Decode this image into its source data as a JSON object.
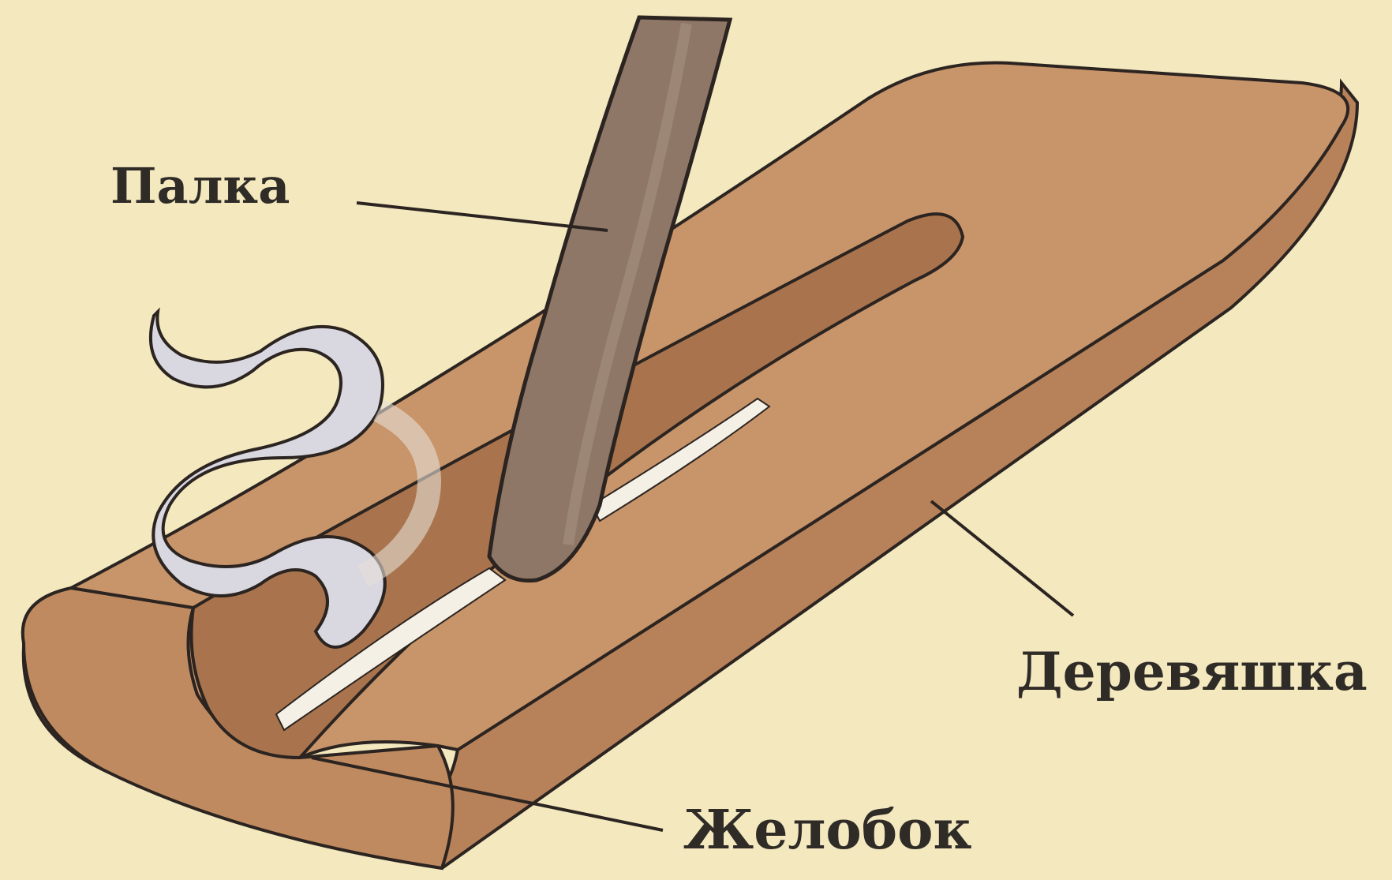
{
  "labels": {
    "stick": "Палка",
    "board": "Деревяшка",
    "groove": "Желобок"
  },
  "colors": {
    "background": "#f4e8bf",
    "board_top": "#c8946a",
    "board_side": "#b7825a",
    "groove": "#a9744d",
    "stick": "#8e7767",
    "smoke": "#d9d7e0",
    "outline": "#2b2420"
  }
}
